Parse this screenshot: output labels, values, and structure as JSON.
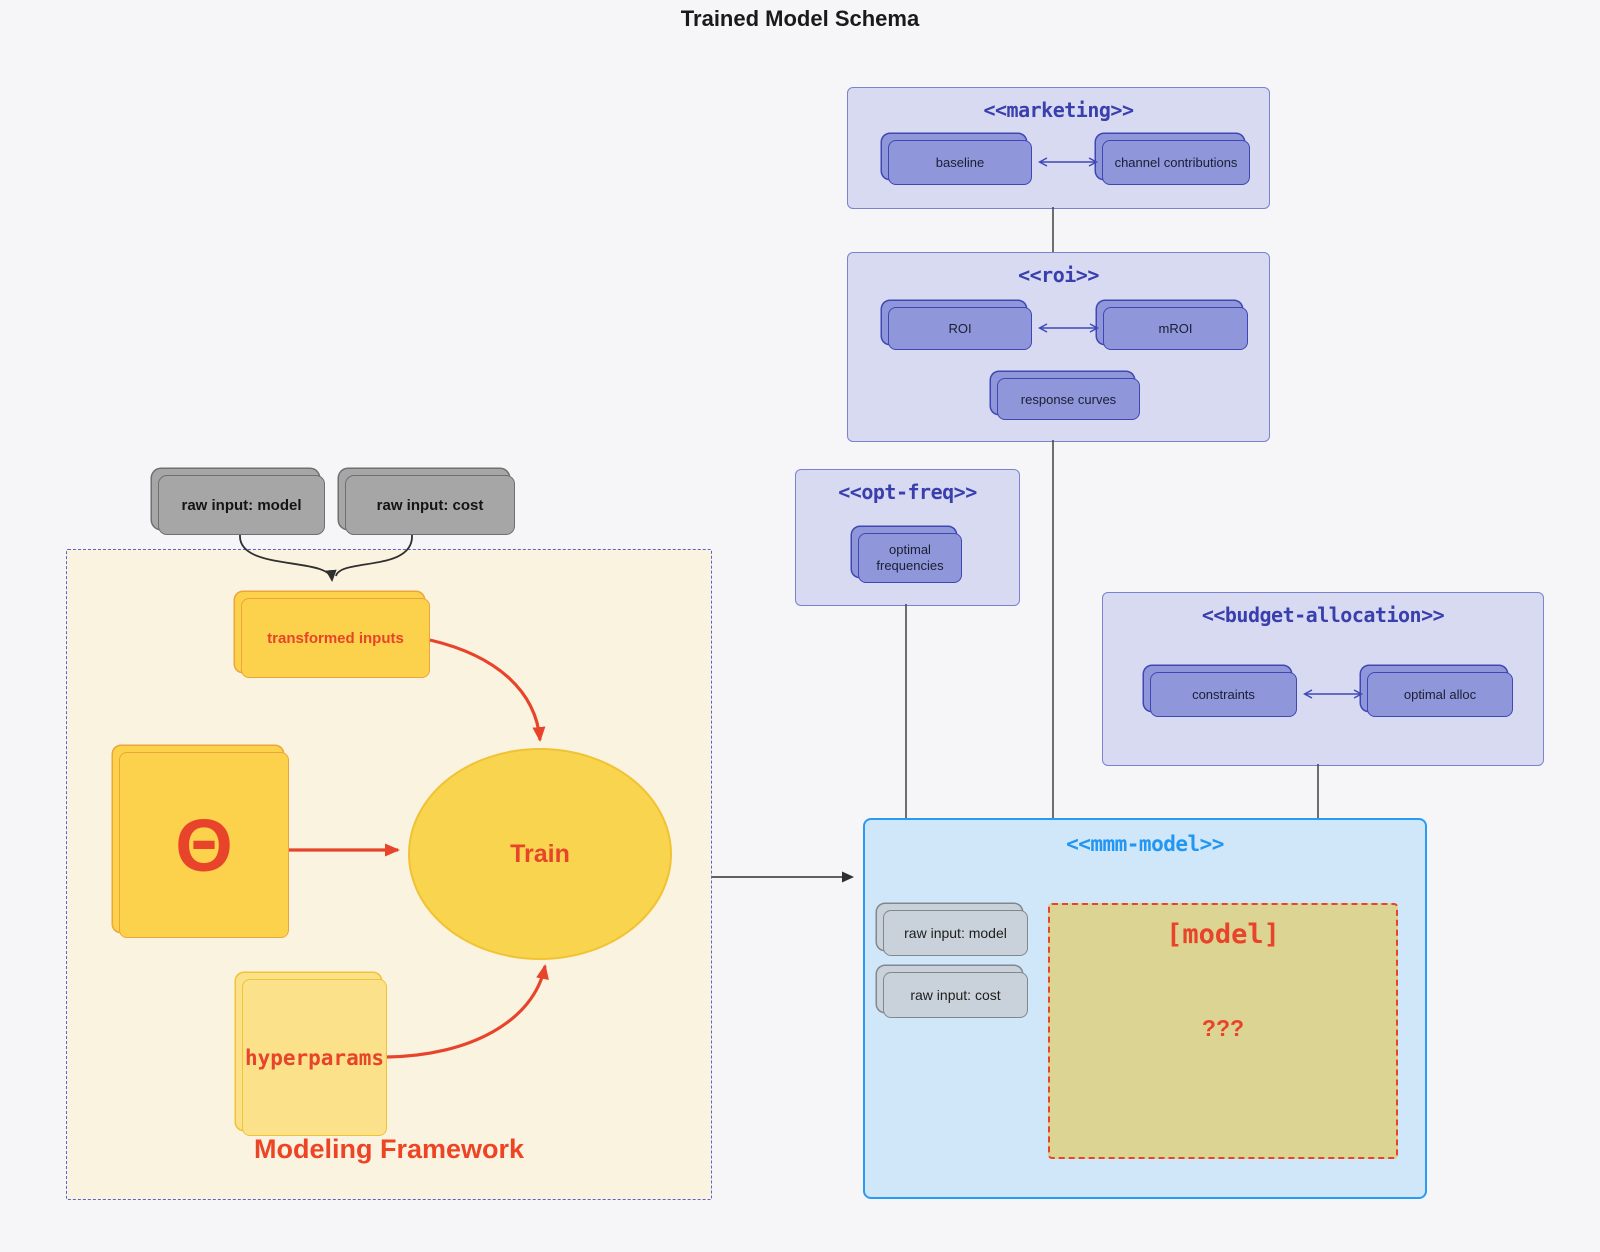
{
  "title": "Trained Model Schema",
  "marketing": {
    "title": "<<marketing>>",
    "baseline": "baseline",
    "channel": "channel contributions"
  },
  "roi": {
    "title": "<<roi>>",
    "roi": "ROI",
    "mroi": "mROI",
    "response": "response curves"
  },
  "opt_freq": {
    "title": "<<opt-freq>>",
    "optimal": "optimal frequencies"
  },
  "budget": {
    "title": "<<budget-allocation>>",
    "constraints": "constraints",
    "optimal_alloc": "optimal alloc"
  },
  "mmm": {
    "title": "<<mmm-model>>",
    "raw_model": "raw input: model",
    "raw_cost": "raw input: cost",
    "model_title": "[model]",
    "model_body": "???"
  },
  "framework": {
    "title": "Modeling Framework",
    "transformed": "transformed inputs",
    "theta": "Θ",
    "train": "Train",
    "hyperparams": "hyperparams"
  },
  "raw_inputs": {
    "model": "raw input: model",
    "cost": "raw input: cost"
  },
  "colors": {
    "purple_accent": "#3f47b5",
    "purple_group_bg": "#d7daf1",
    "blue_accent": "#2196f3",
    "blue_group_bg": "#d0e7f9",
    "red_accent": "#e8432b",
    "yellow_fill": "#fcd14b",
    "khaki_fill": "#dcd493",
    "framework_bg": "#faf3df",
    "gray_fill": "#a6a6a6"
  }
}
